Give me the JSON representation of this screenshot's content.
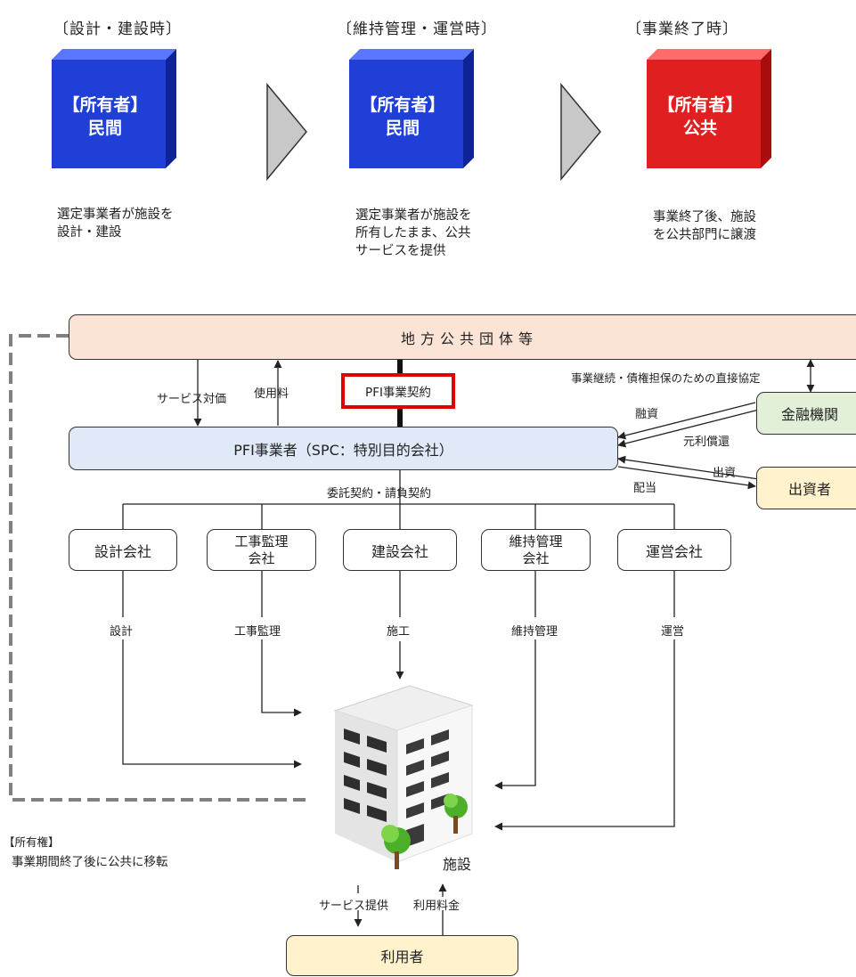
{
  "phases": [
    {
      "title": "〔設計・建設時〕",
      "owner_tag": "【所有者】",
      "owner": "民間",
      "color": "blue",
      "desc": [
        "選定事業者が施設を",
        "設計・建設"
      ]
    },
    {
      "title": "〔維持管理・運営時〕",
      "owner_tag": "【所有者】",
      "owner": "民間",
      "color": "blue",
      "desc": [
        "選定事業者が施設を",
        "所有したまま、公共",
        "サービスを提供"
      ]
    },
    {
      "title": "〔事業終了時〕",
      "owner_tag": "【所有者】",
      "owner": "公共",
      "color": "red",
      "desc": [
        "事業終了後、施設",
        "を公共部門に譲渡"
      ]
    }
  ],
  "colors": {
    "blue_cube": "#1f3fd6",
    "red_cube": "#e02020",
    "gov_fill": "#fbe3d6",
    "spc_fill": "#dfe9f7",
    "bank_fill": "#e2f0d9",
    "inv_fill": "#fff2cc",
    "contract_border": "#e00000",
    "dashed": "#808080"
  },
  "diagram": {
    "gov": "地方公共団体等",
    "spc": "PFI事業者（SPC：特別目的会社）",
    "contract": "PFI事業契約",
    "service_fee": "サービス対価",
    "usage_fee": "使用料",
    "direct_agreement": "事業継続・債権担保のための直接協定",
    "bank": "金融機関",
    "investor": "出資者",
    "loan": "融資",
    "repay": "元利償還",
    "invest": "出資",
    "dividend": "配当",
    "consign": "委託契約・請負契約",
    "companies": [
      {
        "name": [
          "設計会社"
        ],
        "role": "設計"
      },
      {
        "name": [
          "工事監理",
          "会社"
        ],
        "role": "工事監理"
      },
      {
        "name": [
          "建設会社"
        ],
        "role": "施工"
      },
      {
        "name": [
          "維持管理",
          "会社"
        ],
        "role": "維持管理"
      },
      {
        "name": [
          "運営会社"
        ],
        "role": "運営"
      }
    ],
    "facility": "施設",
    "ownership_title": "【所有権】",
    "ownership_desc": "事業期間終了後に公共に移転",
    "service_provide": "サービス提供",
    "user_fee": "利用料金",
    "user": "利用者"
  }
}
